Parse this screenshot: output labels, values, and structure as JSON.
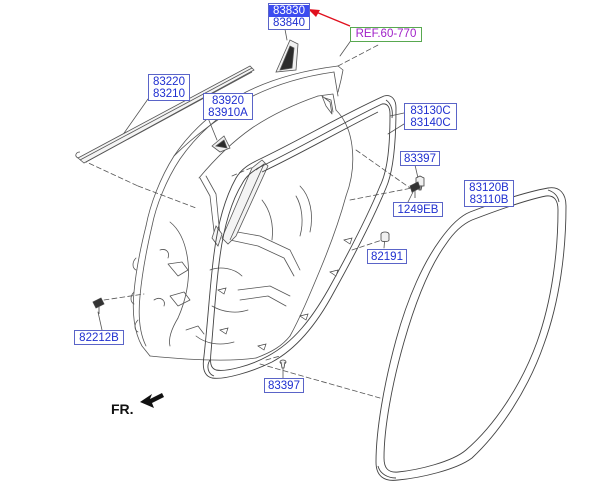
{
  "labels": {
    "p83830_83840": [
      "83830",
      "83840"
    ],
    "p83220_83210": [
      "83220",
      "83210"
    ],
    "p83920_83910A": [
      "83920",
      "83910A"
    ],
    "p83130C_83140C": [
      "83130C",
      "83140C"
    ],
    "p83397_top": [
      "83397"
    ],
    "p1249EB": [
      "1249EB"
    ],
    "p83120B_83110B": [
      "83120B",
      "83110B"
    ],
    "p82191": [
      "82191"
    ],
    "p82212B": [
      "82212B"
    ],
    "p83397_bottom": [
      "83397"
    ]
  },
  "reference": "REF.60-770",
  "front_marker": "FR.",
  "colors": {
    "part_label_text": "#1f2fd0",
    "part_label_border": "#5a64c8",
    "highlight_fill": "#3c4cf0",
    "reference_text": "#a020c8",
    "reference_border": "#58a850",
    "callout_arrow": "#e0101e",
    "linework": "#555555"
  }
}
